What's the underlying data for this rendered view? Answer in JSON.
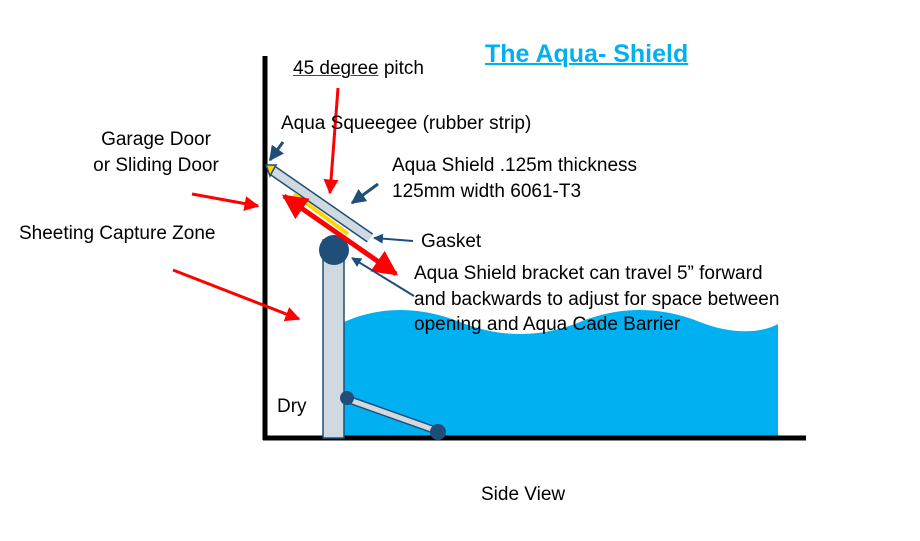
{
  "title": "The Aqua- Shield",
  "pitch": {
    "underlined": "45 degree",
    "rest": " pitch"
  },
  "squeegee_label": "Aqua Squeegee (rubber strip)",
  "garage_door_label": [
    "Garage Door",
    "or Sliding Door"
  ],
  "shield_label": [
    "Aqua Shield .125m thickness",
    "125mm width  6061-T3"
  ],
  "capture_zone_label": "Sheeting Capture Zone",
  "gasket_label": "Gasket",
  "bracket_label": [
    "Aqua Shield bracket can travel 5” forward",
    "and backwards to adjust for space between",
    "opening and Aqua Cade Barrier"
  ],
  "dry_label": "Dry",
  "view_label": "Side View",
  "colors": {
    "title": "#00b0f0",
    "water": "#00b0f0",
    "red_arrow": "#ff0000",
    "blue_arrow": "#1f4e79",
    "steel": "#d0d8e0",
    "joint": "#1f4e79",
    "gasket": "#ffd700"
  }
}
